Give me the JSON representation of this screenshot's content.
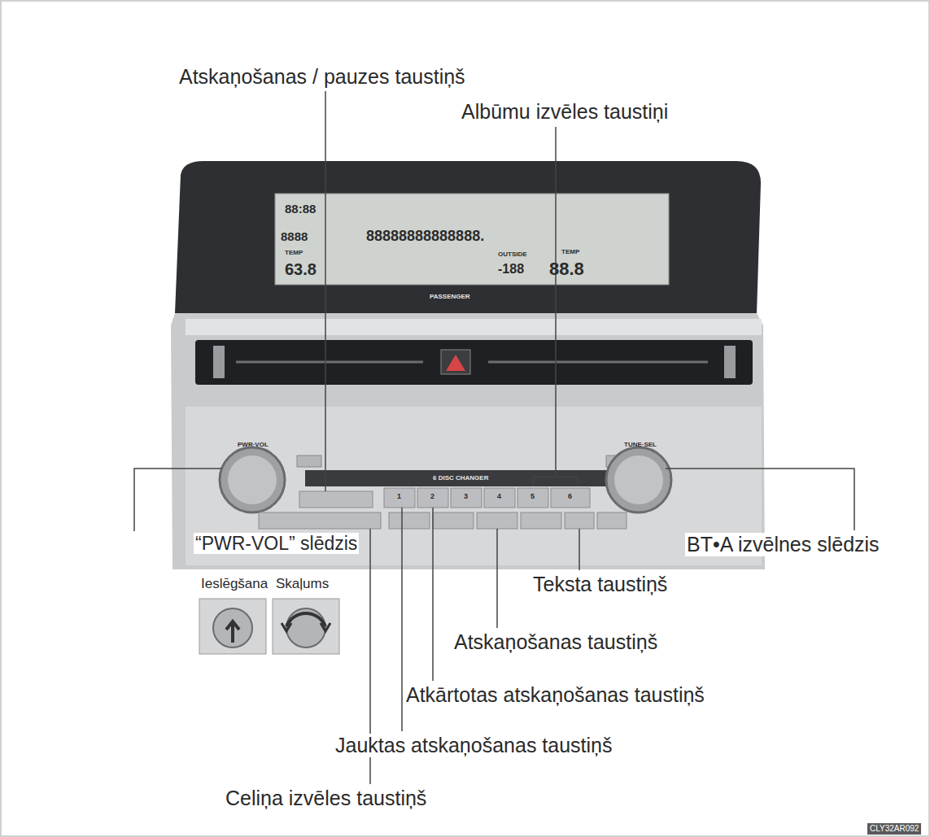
{
  "diagram": {
    "labels": [
      "Atskaņošanas / pauzes taustiņš",
      "Albūmu izvēles taustiņi",
      "“PWR-VOL” slēdzis",
      "Ieslēgšana",
      "Skaļums",
      "BT•A izvēlnes slēdzis",
      "Teksta taustiņš",
      "Atskaņošanas taustiņš",
      "Atkārtotas atskaņošanas taustiņš",
      "Jauktas atskaņošanas taustiņš",
      "Celiņa izvēles taustiņš",
      "CLY32AR092",
      "88:88",
      "8888",
      "88888888888888.",
      "63.8",
      "-188",
      "88.8",
      "TEMP",
      "OUTSIDE",
      "TEMP",
      "PASSENGER",
      "PWR·VOL",
      "TUNE·SEL",
      "6 DISC CHANGER",
      "1",
      "2",
      "3",
      "4",
      "5",
      "6"
    ]
  }
}
